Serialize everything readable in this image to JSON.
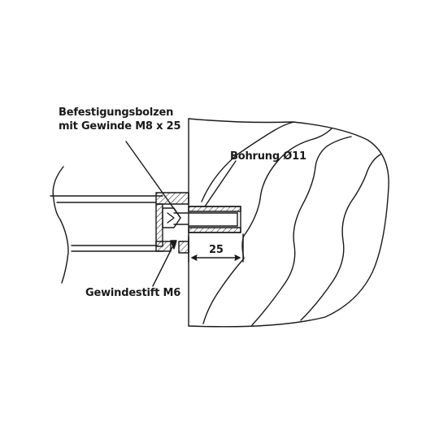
{
  "labels": {
    "bolt_line1": "Befestigungsbolzen",
    "bolt_line2": "mit Gewinde M8 x 25",
    "bore": "Bohrung Ø11",
    "set_screw": "Gewindestift M6",
    "dimension": "25"
  },
  "colors": {
    "line": "#1a1a1a",
    "background": "#ffffff"
  }
}
